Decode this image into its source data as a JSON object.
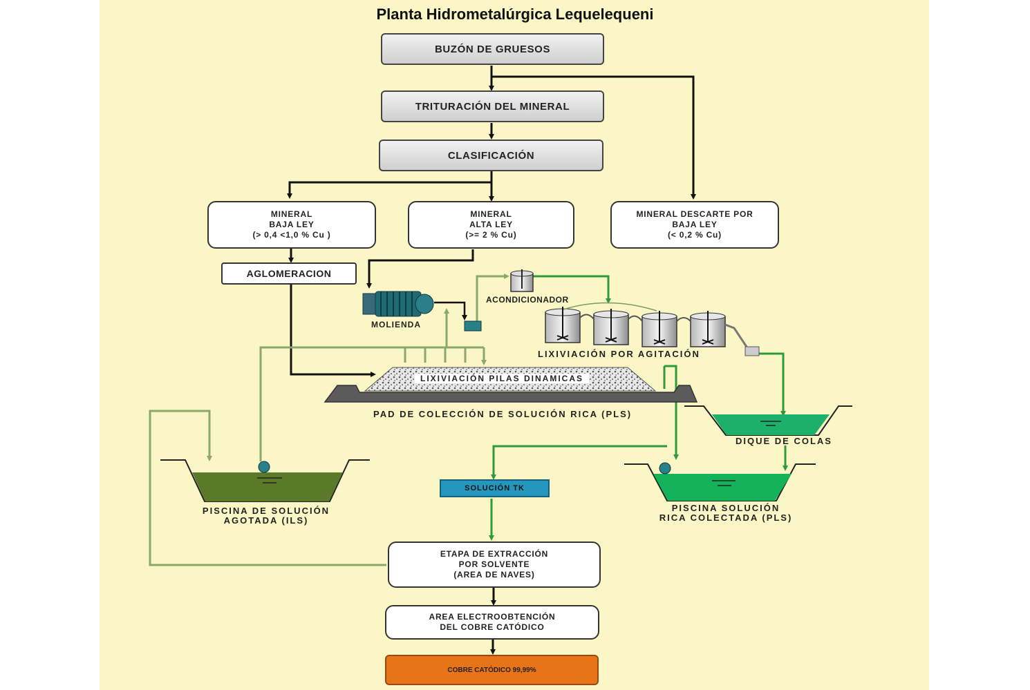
{
  "title": "Planta Hidrometalúrgica Lequelequeni",
  "nodes": {
    "buzon": "BUZÓN DE GRUESOS",
    "trituracion": "TRITURACIÓN DEL MINERAL",
    "clasificacion": "CLASIFICACIÓN",
    "baja_ley": [
      "MINERAL",
      "BAJA LEY",
      "(> 0,4 <1,0 % Cu )"
    ],
    "alta_ley": [
      "MINERAL",
      "ALTA LEY",
      "(>= 2 % Cu)"
    ],
    "descarte": [
      "MINERAL DESCARTE POR",
      "BAJA LEY",
      "(< 0,2 % Cu)"
    ],
    "aglomeracion": "AGLOMERACION",
    "molienda": "MOLIENDA",
    "acondicionador": "ACONDICIONADOR",
    "lixiviacion_agitacion": "LIXIVIACIÓN POR AGITACIÓN",
    "lixiviacion_pilas": "LIXIVIACIÓN PILAS DINAMICAS",
    "pad": "PAD DE COLECCIÓN DE SOLUCIÓN RICA (PLS)",
    "dique": "DIQUE DE COLAS",
    "piscina_agotada": [
      "PISCINA DE SOLUCIÓN",
      "AGOTADA (ILS)"
    ],
    "piscina_rica": [
      "PISCINA SOLUCIÓN",
      "RICA COLECTADA (PLS)"
    ],
    "solucion_tk": "SOLUCIÓN TK",
    "extraccion": [
      "ETAPA DE EXTRACCIÓN",
      "POR SOLVENTE",
      "(AREA DE NAVES)"
    ],
    "electroobtencion": [
      "AREA ELECTROOBTENCIÓN",
      "DEL COBRE CATÓDICO"
    ],
    "cobre": "COBRE CATÓDICO 99,99%"
  },
  "colors": {
    "background": "#fbf6c5",
    "flow_dark": "#111111",
    "flow_green": "#2e9a3a",
    "flow_olive": "#8aa86a",
    "ils_pool": "#5a7a2a",
    "pls_pool": "#14b35a",
    "solucion_tk": "#2596be",
    "cobre": "#e8741a"
  }
}
